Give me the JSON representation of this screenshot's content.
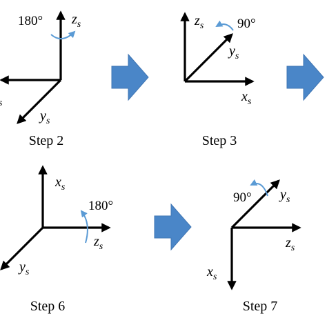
{
  "colors": {
    "axis": "#000000",
    "rotation_arrow": "#5b9bd5",
    "step_arrow_fill": "#4a86c8",
    "step_arrow_stroke": "#3f75b3"
  },
  "steps": [
    {
      "caption": "Step 2",
      "rotation": "180°",
      "axes": [
        {
          "base": "z",
          "sub": "s"
        },
        {
          "base": "y",
          "sub": "s"
        },
        {
          "base": "",
          "sub": "s"
        }
      ]
    },
    {
      "caption": "Step 3",
      "rotation": "90°",
      "axes": [
        {
          "base": "z",
          "sub": "s"
        },
        {
          "base": "y",
          "sub": "s"
        },
        {
          "base": "x",
          "sub": "s"
        }
      ]
    },
    {
      "caption": "Step 6",
      "rotation": "180°",
      "axes": [
        {
          "base": "x",
          "sub": "s"
        },
        {
          "base": "z",
          "sub": "s"
        },
        {
          "base": "y",
          "sub": "s"
        }
      ]
    },
    {
      "caption": "Step 7",
      "rotation": "90°",
      "axes": [
        {
          "base": "y",
          "sub": "s"
        },
        {
          "base": "z",
          "sub": "s"
        },
        {
          "base": "x",
          "sub": "s"
        }
      ]
    }
  ],
  "transition_arrows": [
    {
      "icon": "right-arrow-icon"
    },
    {
      "icon": "right-arrow-icon"
    },
    {
      "icon": "right-arrow-icon"
    }
  ]
}
